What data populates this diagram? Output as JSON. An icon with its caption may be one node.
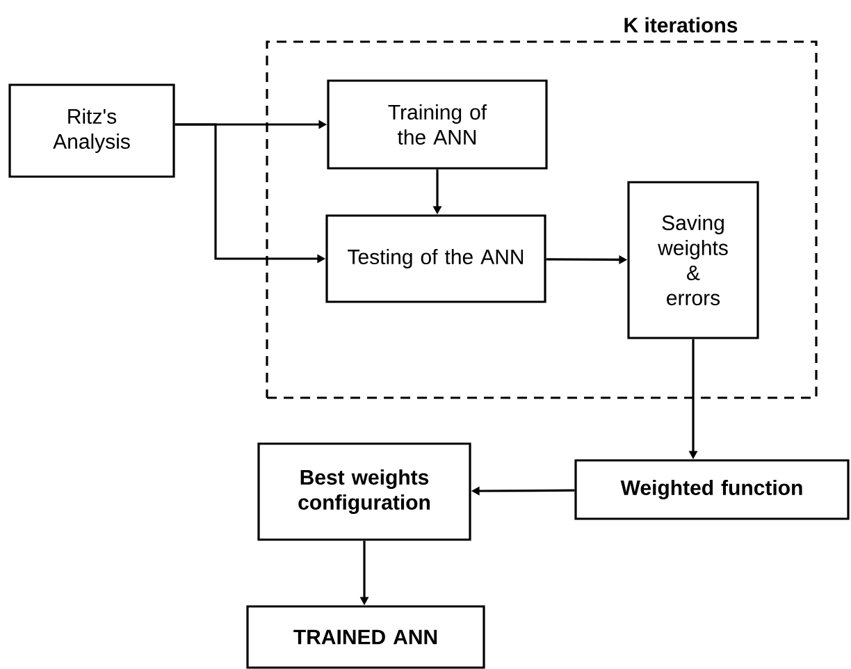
{
  "diagram": {
    "nodes": [
      {
        "text": [
          "K iterations"
        ]
      },
      {
        "text": [
          "Ritz's Analysis"
        ]
      },
      {
        "text": [
          "Training of the ANN"
        ],
        "in": 0
      },
      {
        "text": [
          "Testing of the ANN"
        ],
        "in": 0
      },
      {
        "text": [
          "Saving weights & errors"
        ],
        "in": 0
      },
      {
        "text": [
          "Weighted function"
        ]
      },
      {
        "text": [
          "Best weights configuration"
        ]
      },
      {
        "text": [
          "TRAINED ANN"
        ]
      }
    ],
    "edges": [
      {
        "from": 1,
        "to": 2,
        "arrow": "to"
      },
      {
        "from": 1,
        "to": 3,
        "arrow": "to"
      },
      {
        "from": 2,
        "to": 3,
        "arrow": "to"
      },
      {
        "from": 3,
        "to": 4,
        "arrow": "to"
      },
      {
        "from": 4,
        "to": 5,
        "arrow": "to"
      },
      {
        "from": 5,
        "to": 6,
        "arrow": "to"
      },
      {
        "from": 6,
        "to": 7,
        "arrow": "to"
      }
    ]
  }
}
